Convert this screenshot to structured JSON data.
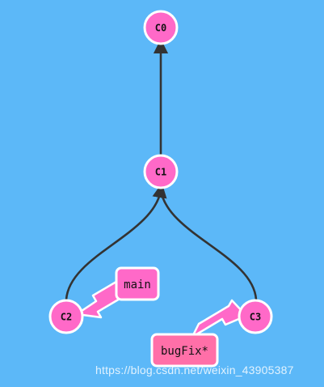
{
  "colors": {
    "background": "#5cb8f8",
    "commit_fill": "#ff69c8",
    "commit_stroke": "#ffffff",
    "edge": "#333333",
    "branch_fill": "#ff69c8",
    "branch_stroke": "#ffffff",
    "branch_arrow": "#ff69c8",
    "checked_out_fill": "#ff6fa8"
  },
  "commits": [
    {
      "id": "C0",
      "label": "C0",
      "parent": null
    },
    {
      "id": "C1",
      "label": "C1",
      "parent": "C0"
    },
    {
      "id": "C2",
      "label": "C2",
      "parent": "C1"
    },
    {
      "id": "C3",
      "label": "C3",
      "parent": "C1"
    }
  ],
  "branches": [
    {
      "name": "main",
      "points_to": "C2",
      "checked_out": false
    },
    {
      "name": "bugFix*",
      "points_to": "C3",
      "checked_out": true
    }
  ],
  "watermark": "https://blog.csdn.net/weixin_43905387"
}
